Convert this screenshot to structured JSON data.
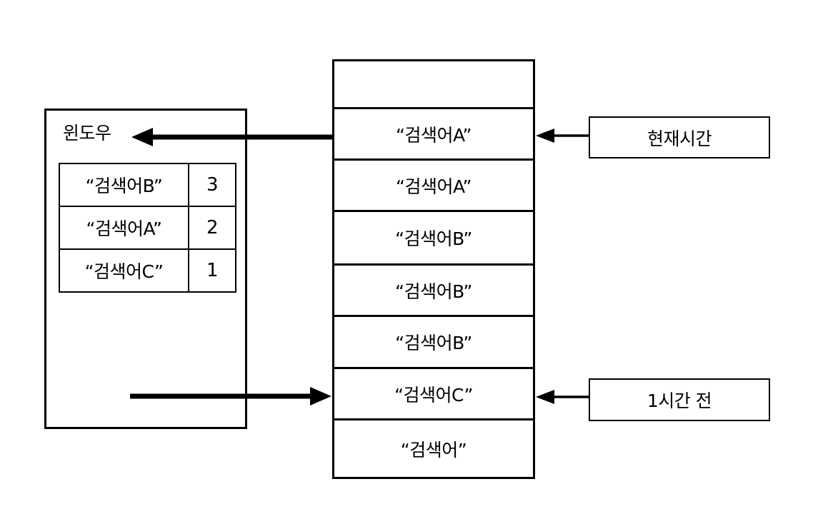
{
  "diagram": {
    "title_note": "search-term sliding window diagram",
    "window_panel": {
      "label": "윈도우",
      "table": {
        "rows": [
          {
            "term": "“검색어B”",
            "count": "3"
          },
          {
            "term": "“검색어A”",
            "count": "2"
          },
          {
            "term": "“검색어C”",
            "count": "1"
          }
        ]
      }
    },
    "stream_column": {
      "rows": [
        {
          "label": ""
        },
        {
          "label": "“검색어A”"
        },
        {
          "label": "“검색어A”"
        },
        {
          "label": "“검색어B”"
        },
        {
          "label": "“검색어B”"
        },
        {
          "label": "“검색어B”"
        },
        {
          "label": "“검색어C”"
        },
        {
          "label": "“검색어”"
        }
      ]
    },
    "time_markers": {
      "now": "현재시간",
      "hour_ago": "1시간 전"
    },
    "colors": {
      "stroke": "#000000",
      "background": "#ffffff"
    }
  }
}
